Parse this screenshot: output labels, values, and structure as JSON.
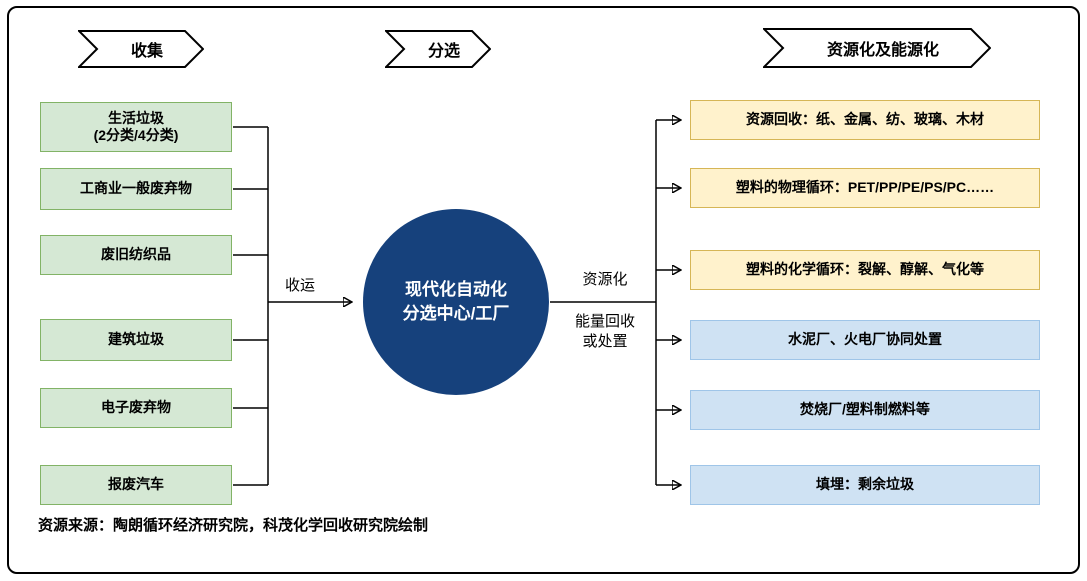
{
  "stages": [
    {
      "label": "收集"
    },
    {
      "label": "分选"
    },
    {
      "label": "资源化及能源化"
    }
  ],
  "left_boxes": [
    {
      "label": "生活垃圾\n(2分类/4分类)"
    },
    {
      "label": "工商业一般废弃物"
    },
    {
      "label": "废旧纺织品"
    },
    {
      "label": "建筑垃圾"
    },
    {
      "label": "电子废弃物"
    },
    {
      "label": "报废汽车"
    }
  ],
  "center": {
    "label": "现代化自动化\n分选中心/工厂"
  },
  "flow_labels": {
    "collect_transport": "收运",
    "resourceization": "资源化",
    "energy_recovery": "能量回收\n或处置"
  },
  "right_boxes": [
    {
      "label": "资源回收：纸、金属、纺、玻璃、木材",
      "type": "yellow"
    },
    {
      "label": "塑料的物理循环：PET/PP/PE/PS/PC……",
      "type": "yellow"
    },
    {
      "label": "塑料的化学循环：裂解、醇解、气化等",
      "type": "yellow"
    },
    {
      "label": "水泥厂、火电厂协同处置",
      "type": "blue"
    },
    {
      "label": "焚烧厂/塑料制燃料等",
      "type": "blue"
    },
    {
      "label": "填埋：剩余垃圾",
      "type": "blue"
    }
  ],
  "footer": {
    "source_note": "资源来源：陶朗循环经济研究院，科茂化学回收研究院绘制"
  },
  "colors": {
    "green_fill": "#d5e8d4",
    "green_border": "#82b366",
    "yellow_fill": "#fff2cc",
    "yellow_border": "#d6b656",
    "blue_fill": "#cfe2f3",
    "blue_border": "#9fc5e8",
    "circle_fill": "#16417c",
    "circle_text": "#ffffff",
    "line_color": "#000000"
  }
}
